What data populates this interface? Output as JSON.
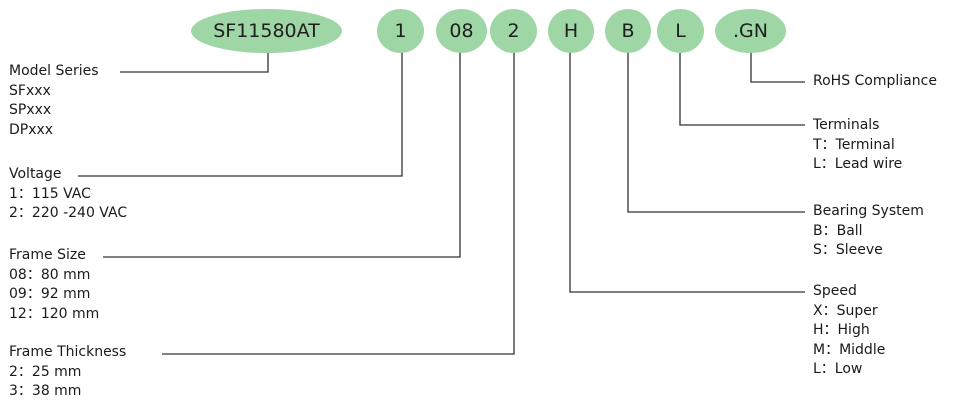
{
  "model_code": [
    "SF11580AT",
    "1",
    "08",
    "2",
    "H",
    "B",
    "L",
    ".GN"
  ],
  "left_blocks": [
    {
      "title": "Model Series",
      "items": [
        "SFxxx",
        "SPxxx",
        "DPxxx"
      ]
    },
    {
      "title": "Voltage",
      "items": [
        "1：115 VAC",
        "2：220 -240 VAC"
      ]
    },
    {
      "title": "Frame Size",
      "items": [
        "08：80 mm",
        "09：92 mm",
        "12：120 mm"
      ]
    },
    {
      "title": "Frame Thickness",
      "items": [
        "2：25 mm",
        "3：38 mm"
      ]
    }
  ],
  "right_blocks": [
    {
      "title": "RoHS Compliance",
      "items": []
    },
    {
      "title": "Terminals",
      "items": [
        "T：Terminal",
        "L：Lead wire"
      ]
    },
    {
      "title": "Bearing System",
      "items": [
        "B：Ball",
        "S：Sleeve"
      ]
    },
    {
      "title": "Speed",
      "items": [
        "X：Super",
        "H：High",
        "M：Middle",
        "L：Low"
      ]
    }
  ],
  "colors": {
    "bubble": "#9fd6a5",
    "line": "#333333"
  }
}
